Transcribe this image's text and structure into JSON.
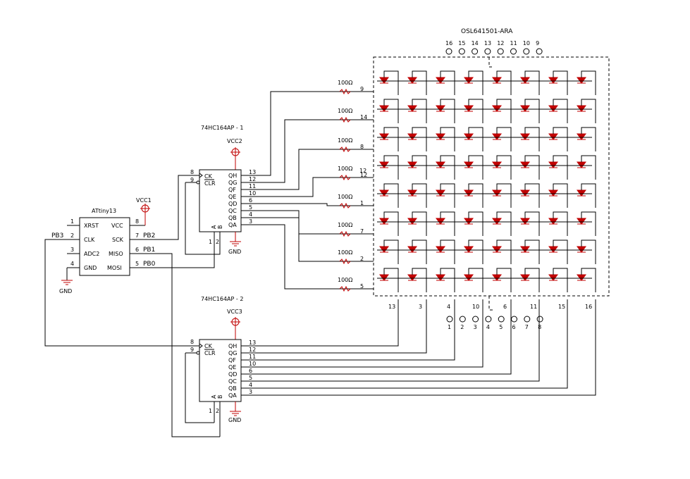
{
  "matrix": {
    "name": "OSL641501-ARA",
    "top_pins": [
      "16",
      "15",
      "14",
      "13",
      "12",
      "11",
      "10",
      "9"
    ],
    "bottom_pins": [
      "1",
      "2",
      "3",
      "4",
      "5",
      "6",
      "7",
      "8"
    ],
    "row_pins": [
      "9",
      "14",
      "8",
      "12",
      "1",
      "7",
      "2",
      "5"
    ],
    "col_pins": [
      "13",
      "3",
      "4",
      "10",
      "6",
      "11",
      "15",
      "16"
    ],
    "left_side_pin": "12",
    "resistor": "100Ω"
  },
  "attiny": {
    "name": "ATtiny13",
    "pins_left": [
      {
        "num": "1",
        "name": "XRST"
      },
      {
        "num": "2",
        "name": "CLK"
      },
      {
        "num": "3",
        "name": "ADC2"
      },
      {
        "num": "4",
        "name": "GND"
      }
    ],
    "pins_right": [
      {
        "num": "8",
        "name": "VCC"
      },
      {
        "num": "7",
        "name": "SCK"
      },
      {
        "num": "6",
        "name": "MISO"
      },
      {
        "num": "5",
        "name": "MOSI"
      }
    ],
    "net_pb3": "PB3",
    "net_pb2": "PB2",
    "net_pb1": "PB1",
    "net_pb0": "PB0",
    "vcc": "VCC1",
    "gnd": "GND"
  },
  "shift1": {
    "title": "74HC164AP - 1",
    "vcc": "VCC2",
    "gnd": "GND",
    "in_pins": [
      {
        "num": "8",
        "name": "CK"
      },
      {
        "num": "9",
        "name": "CLR"
      }
    ],
    "bottom_pins": [
      {
        "num": "1",
        "name": "A"
      },
      {
        "num": "2",
        "name": "B"
      }
    ],
    "outputs": [
      {
        "num": "13",
        "name": "QH"
      },
      {
        "num": "12",
        "name": "QG"
      },
      {
        "num": "11",
        "name": "QF"
      },
      {
        "num": "10",
        "name": "QE"
      },
      {
        "num": "6",
        "name": "QD"
      },
      {
        "num": "5",
        "name": "QC"
      },
      {
        "num": "4",
        "name": "QB"
      },
      {
        "num": "3",
        "name": "QA"
      }
    ]
  },
  "shift2": {
    "title": "74HC164AP - 2",
    "vcc": "VCC3",
    "gnd": "GND",
    "in_pins": [
      {
        "num": "8",
        "name": "CK"
      },
      {
        "num": "9",
        "name": "CLR"
      }
    ],
    "bottom_pins": [
      {
        "num": "1",
        "name": "A"
      },
      {
        "num": "2",
        "name": "B"
      }
    ],
    "outputs": [
      {
        "num": "13",
        "name": "QH"
      },
      {
        "num": "12",
        "name": "QG"
      },
      {
        "num": "11",
        "name": "QF"
      },
      {
        "num": "10",
        "name": "QE"
      },
      {
        "num": "6",
        "name": "QD"
      },
      {
        "num": "5",
        "name": "QC"
      },
      {
        "num": "4",
        "name": "QB"
      },
      {
        "num": "3",
        "name": "QA"
      }
    ]
  }
}
